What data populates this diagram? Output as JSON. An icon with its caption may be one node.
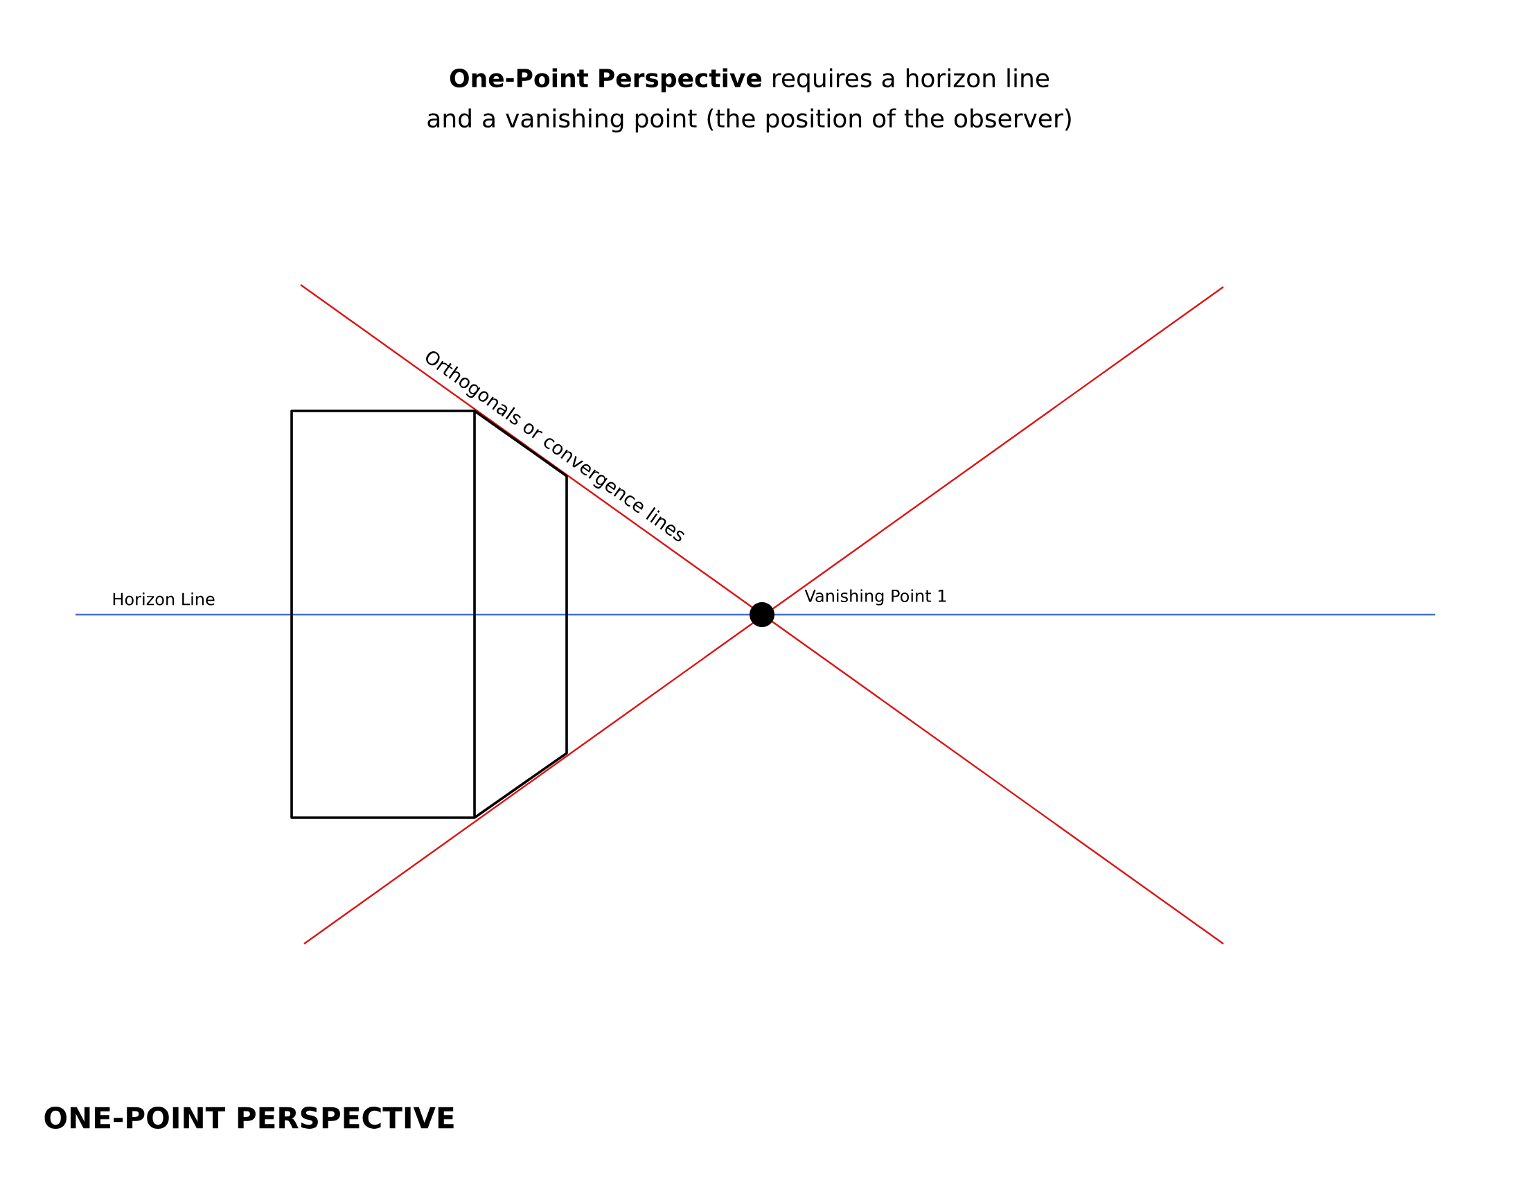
{
  "diagram": {
    "title": "**One-Point Perspective** requires a horizon line and a vanishing point (the position of the observer)",
    "caption": "ONE-POINT PERSPECTIVE",
    "labels": [
      "Orthogonals or convergence lines",
      "Horizon Line",
      "Vanishing Point 1"
    ]
  }
}
